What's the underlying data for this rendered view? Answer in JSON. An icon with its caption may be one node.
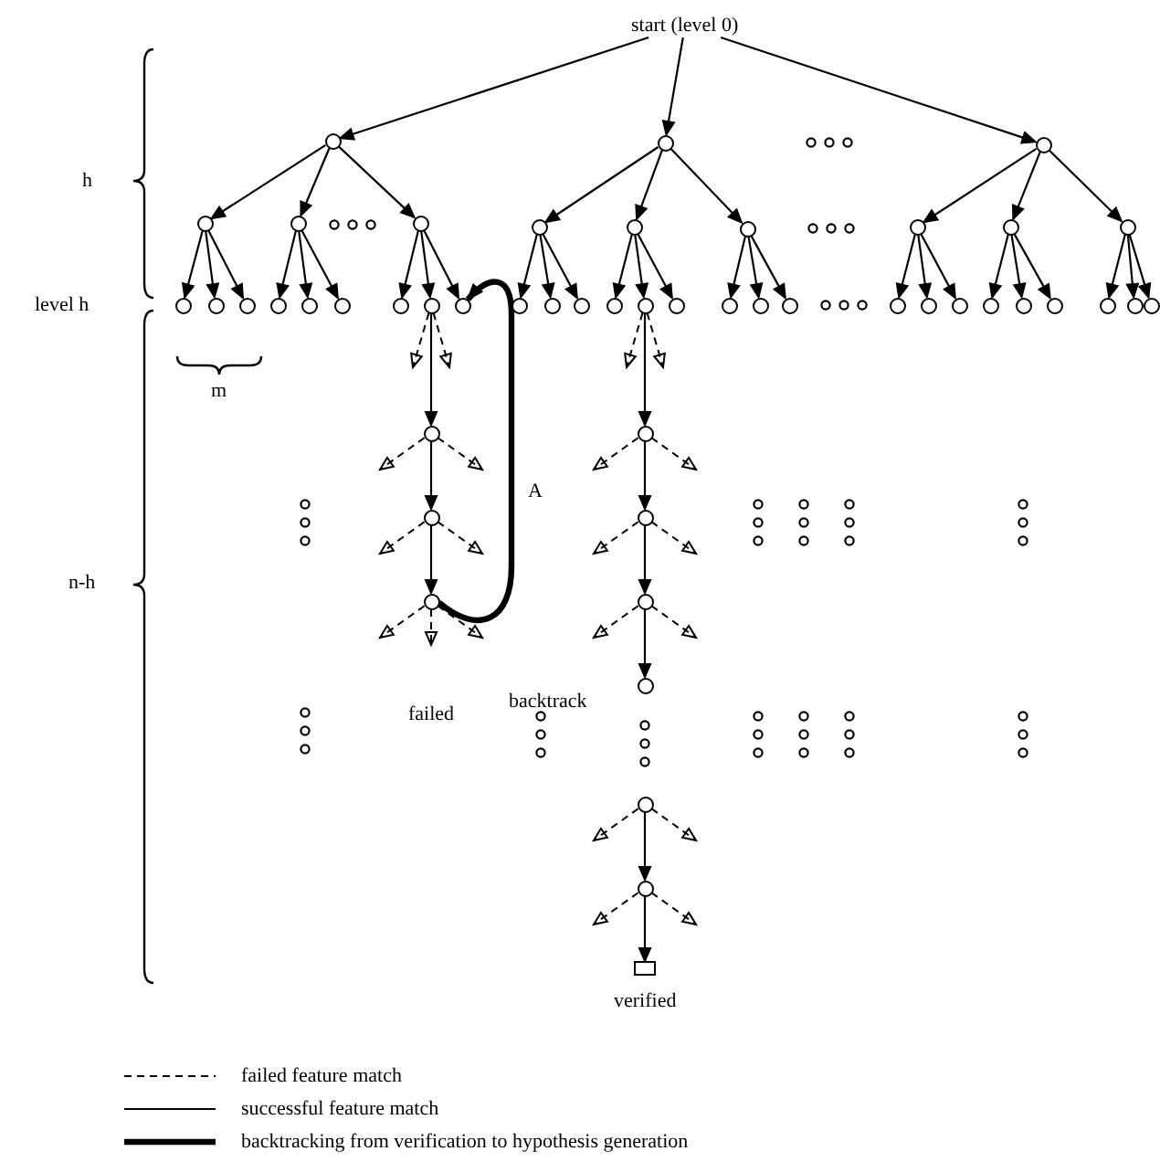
{
  "diagram": {
    "nodes": [
      {
        "text": [
          "start (level 0)"
        ]
      },
      {
        "text": [],
        "shape": "circle"
      },
      {
        "text": [],
        "shape": "circle"
      },
      {
        "text": [],
        "shape": "circle"
      },
      {
        "text": [],
        "shape": "circle"
      },
      {
        "text": [],
        "shape": "circle"
      },
      {
        "text": [],
        "shape": "circle"
      },
      {
        "text": [],
        "shape": "circle"
      },
      {
        "text": [],
        "shape": "circle"
      },
      {
        "text": [],
        "shape": "circle"
      },
      {
        "text": [],
        "shape": "circle"
      },
      {
        "text": [],
        "shape": "circle"
      },
      {
        "text": [],
        "shape": "circle"
      },
      {
        "text": [],
        "shape": "circle"
      },
      {
        "text": [],
        "shape": "circle"
      },
      {
        "text": [],
        "shape": "circle"
      },
      {
        "text": [],
        "shape": "circle"
      },
      {
        "text": [],
        "shape": "circle"
      },
      {
        "text": [],
        "shape": "circle"
      },
      {
        "text": [],
        "shape": "circle"
      },
      {
        "text": [],
        "shape": "circle"
      },
      {
        "text": [],
        "shape": "circle"
      },
      {
        "text": [],
        "shape": "circle"
      },
      {
        "text": [],
        "shape": "circle"
      },
      {
        "text": [],
        "shape": "circle"
      },
      {
        "text": [],
        "shape": "circle"
      },
      {
        "text": [],
        "shape": "circle"
      },
      {
        "text": [],
        "shape": "circle"
      },
      {
        "text": [],
        "shape": "circle"
      },
      {
        "text": [],
        "shape": "circle"
      },
      {
        "text": [],
        "shape": "circle"
      },
      {
        "text": [],
        "shape": "circle"
      },
      {
        "text": [],
        "shape": "circle"
      },
      {
        "text": [],
        "shape": "circle"
      },
      {
        "text": [],
        "shape": "circle"
      },
      {
        "text": [],
        "shape": "circle"
      },
      {
        "text": [],
        "shape": "circle"
      },
      {
        "text": [],
        "shape": "circle"
      },
      {
        "text": [],
        "shape": "circle"
      },
      {
        "text": [],
        "shape": "circle"
      },
      {
        "text": [],
        "shape": "circle"
      },
      {
        "text": [],
        "shape": "circle"
      },
      {
        "text": [],
        "shape": "circle"
      },
      {
        "text": [],
        "shape": "circle"
      },
      {
        "text": [],
        "shape": "circle"
      },
      {
        "text": [],
        "shape": "circle"
      },
      {
        "text": [],
        "shape": "circle"
      },
      {
        "text": [],
        "shape": "circle"
      },
      {
        "text": [],
        "shape": "circle"
      },
      {
        "text": [],
        "shape": "box",
        "beside": [
          "verified"
        ]
      }
    ],
    "edges": [
      {
        "from": 0,
        "to": 1,
        "arrow": "to"
      },
      {
        "from": 0,
        "to": 2,
        "arrow": "to"
      },
      {
        "from": 0,
        "to": 3,
        "arrow": "to"
      },
      {
        "from": 1,
        "to": 4,
        "arrow": "to"
      },
      {
        "from": 1,
        "to": 5,
        "arrow": "to"
      },
      {
        "from": 1,
        "to": 6,
        "arrow": "to"
      },
      {
        "from": 2,
        "to": 7,
        "arrow": "to"
      },
      {
        "from": 2,
        "to": 8,
        "arrow": "to"
      },
      {
        "from": 2,
        "to": 9,
        "arrow": "to"
      },
      {
        "from": 3,
        "to": 10,
        "arrow": "to"
      },
      {
        "from": 3,
        "to": 11,
        "arrow": "to"
      },
      {
        "from": 3,
        "to": 12,
        "arrow": "to"
      },
      {
        "from": 4,
        "to": 13,
        "arrow": "to"
      },
      {
        "from": 4,
        "to": 14,
        "arrow": "to"
      },
      {
        "from": 4,
        "to": 15,
        "arrow": "to"
      },
      {
        "from": 5,
        "to": 16,
        "arrow": "to"
      },
      {
        "from": 5,
        "to": 17,
        "arrow": "to"
      },
      {
        "from": 5,
        "to": 18,
        "arrow": "to"
      },
      {
        "from": 6,
        "to": 19,
        "arrow": "to"
      },
      {
        "from": 6,
        "to": 20,
        "arrow": "to"
      },
      {
        "from": 6,
        "to": 21,
        "arrow": "to"
      },
      {
        "from": 7,
        "to": 22,
        "arrow": "to"
      },
      {
        "from": 7,
        "to": 23,
        "arrow": "to"
      },
      {
        "from": 7,
        "to": 24,
        "arrow": "to"
      },
      {
        "from": 8,
        "to": 25,
        "arrow": "to"
      },
      {
        "from": 8,
        "to": 26,
        "arrow": "to"
      },
      {
        "from": 8,
        "to": 27,
        "arrow": "to"
      },
      {
        "from": 9,
        "to": 28,
        "arrow": "to"
      },
      {
        "from": 9,
        "to": 29,
        "arrow": "to"
      },
      {
        "from": 9,
        "to": 30,
        "arrow": "to"
      },
      {
        "from": 10,
        "to": 31,
        "arrow": "to"
      },
      {
        "from": 10,
        "to": 32,
        "arrow": "to"
      },
      {
        "from": 10,
        "to": 33,
        "arrow": "to"
      },
      {
        "from": 11,
        "to": 34,
        "arrow": "to"
      },
      {
        "from": 11,
        "to": 35,
        "arrow": "to"
      },
      {
        "from": 11,
        "to": 36,
        "arrow": "to"
      },
      {
        "from": 12,
        "to": 37,
        "arrow": "to"
      },
      {
        "from": 12,
        "to": 38,
        "arrow": "to"
      },
      {
        "from": 12,
        "to": 39,
        "arrow": "to"
      },
      {
        "from": 20,
        "to": 40,
        "arrow": "to"
      },
      {
        "from": 20,
        "to": null,
        "arrow": "to",
        "style": "dashed"
      },
      {
        "from": 20,
        "to": null,
        "arrow": "to",
        "style": "dashed"
      },
      {
        "from": 40,
        "to": 42,
        "arrow": "to"
      },
      {
        "from": 40,
        "to": null,
        "arrow": "to",
        "style": "dashed"
      },
      {
        "from": 40,
        "to": null,
        "arrow": "to",
        "style": "dashed"
      },
      {
        "from": 42,
        "to": 44,
        "arrow": "to"
      },
      {
        "from": 42,
        "to": null,
        "arrow": "to",
        "style": "dashed"
      },
      {
        "from": 42,
        "to": null,
        "arrow": "to",
        "style": "dashed"
      },
      {
        "from": 44,
        "to": null,
        "arrow": "to",
        "style": "dashed"
      },
      {
        "from": 44,
        "to": null,
        "arrow": "to",
        "style": "dashed"
      },
      {
        "from": 44,
        "to": null,
        "arrow": "to",
        "style": "dashed"
      },
      {
        "from": 44,
        "to": 21,
        "arrow": "to",
        "style": "thick",
        "label": "A"
      },
      {
        "from": 26,
        "to": 41,
        "arrow": "to"
      },
      {
        "from": 26,
        "to": null,
        "arrow": "to",
        "style": "dashed"
      },
      {
        "from": 26,
        "to": null,
        "arrow": "to",
        "style": "dashed"
      },
      {
        "from": 41,
        "to": 43,
        "arrow": "to"
      },
      {
        "from": 41,
        "to": null,
        "arrow": "to",
        "style": "dashed"
      },
      {
        "from": 41,
        "to": null,
        "arrow": "to",
        "style": "dashed"
      },
      {
        "from": 43,
        "to": 45,
        "arrow": "to"
      },
      {
        "from": 43,
        "to": null,
        "arrow": "to",
        "style": "dashed"
      },
      {
        "from": 43,
        "to": null,
        "arrow": "to",
        "style": "dashed"
      },
      {
        "from": 45,
        "to": 46,
        "arrow": "to"
      },
      {
        "from": 45,
        "to": null,
        "arrow": "to",
        "style": "dashed"
      },
      {
        "from": 45,
        "to": null,
        "arrow": "to",
        "style": "dashed"
      },
      {
        "from": 47,
        "to": 48,
        "arrow": "to"
      },
      {
        "from": 47,
        "to": null,
        "arrow": "to",
        "style": "dashed"
      },
      {
        "from": 47,
        "to": null,
        "arrow": "to",
        "style": "dashed"
      },
      {
        "from": 48,
        "to": 49,
        "arrow": "to"
      },
      {
        "from": 48,
        "to": null,
        "arrow": "to",
        "style": "dashed"
      },
      {
        "from": 48,
        "to": null,
        "arrow": "to",
        "style": "dashed"
      }
    ],
    "labels": [
      "h",
      "level h",
      "m",
      "n-h",
      "backtrack",
      "failed"
    ],
    "legend": [
      {
        "text": "failed feature match"
      },
      {
        "text": "successful feature match"
      },
      {
        "text": "backtracking from verification to hypothesis generation"
      }
    ]
  }
}
